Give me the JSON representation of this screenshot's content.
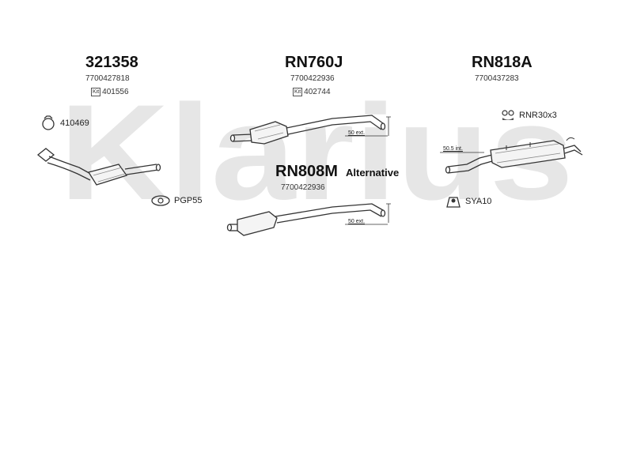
{
  "watermark": "Klarius",
  "parts": {
    "front": {
      "code": "321358",
      "oe": "7700427818",
      "kit_label": "Kit",
      "kit": "401556"
    },
    "center": {
      "code": "RN760J",
      "oe": "7700422936",
      "kit_label": "Kit",
      "kit": "402744"
    },
    "rear": {
      "code": "RN818A",
      "oe": "7700437283"
    },
    "alt": {
      "code": "RN808M",
      "label": "Alternative",
      "oe": "7700422936"
    }
  },
  "accessories": {
    "clamp": "410469",
    "gasket": "PGP55",
    "rubber": "RNR30x3",
    "bracket": "SYA10"
  },
  "dims": {
    "center": "50 ext.",
    "alt": "50 ext.",
    "rear": "50.5 int."
  }
}
